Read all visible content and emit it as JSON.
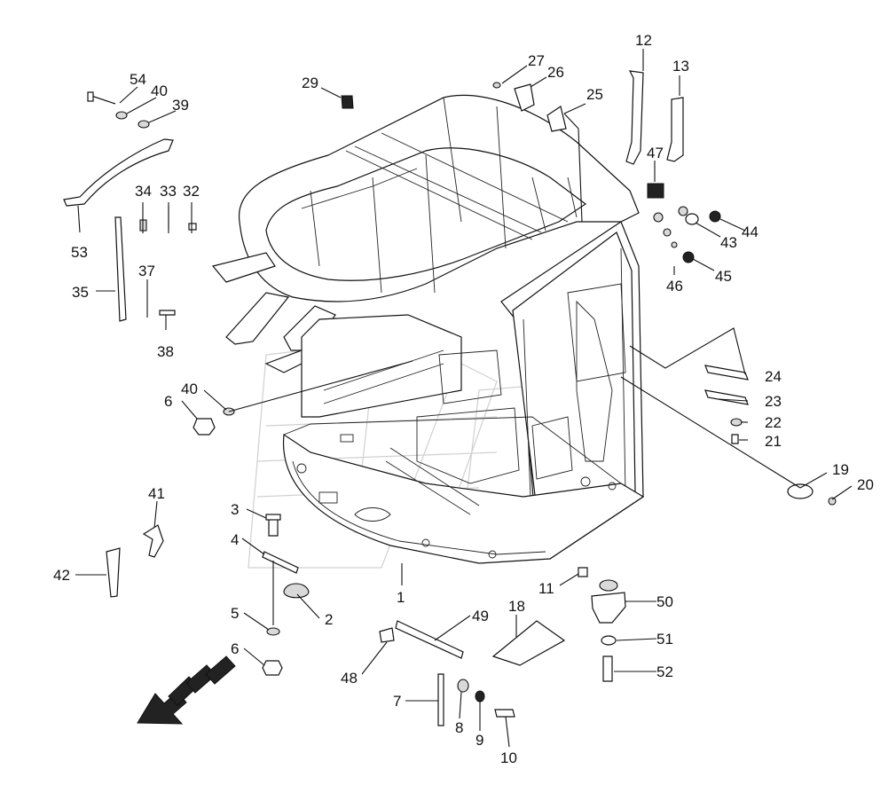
{
  "diagram": {
    "callouts": [
      "54",
      "40",
      "39",
      "29",
      "27",
      "26",
      "25",
      "12",
      "13",
      "47",
      "44",
      "43",
      "45",
      "46",
      "53",
      "34",
      "33",
      "32",
      "35",
      "37",
      "38",
      "24",
      "23",
      "22",
      "21",
      "19",
      "20",
      "6",
      "40",
      "41",
      "42",
      "3",
      "4",
      "5",
      "6",
      "2",
      "1",
      "11",
      "50",
      "51",
      "52",
      "18",
      "49",
      "48",
      "7",
      "8",
      "9",
      "10"
    ],
    "direction_arrow": "front-direction-arrow-icon",
    "watermark": "faint-outline-watermark"
  }
}
